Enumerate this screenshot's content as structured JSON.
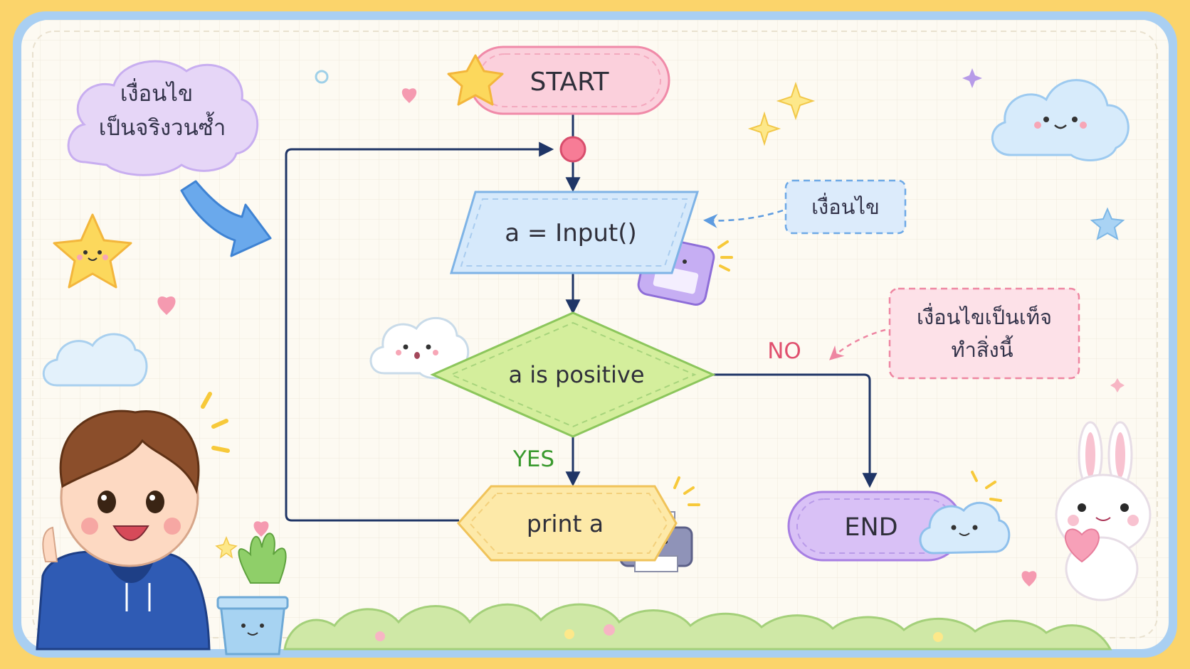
{
  "diagram": {
    "start_label": "START",
    "input_label": "a = Input()",
    "decision_label": "a is positive",
    "output_label": "print a",
    "end_label": "END",
    "yes_label": "YES",
    "no_label": "NO"
  },
  "callouts": {
    "loop_bubble_line1": "เงื่อนไข",
    "loop_bubble_line2": "เป็นจริงวนซ้ำ",
    "condition_box": "เงื่อนไข",
    "false_box_line1": "เงื่อนไขเป็นเท็จ",
    "false_box_line2": "ทำสิ่งนี้"
  },
  "colors": {
    "frame_border": "#9ec8ee",
    "paper": "#fdfaf2",
    "start_fill": "#fbd0dc",
    "start_stroke": "#f08aa8",
    "input_fill": "#d6e9fb",
    "input_stroke": "#7eb3e6",
    "decision_fill": "#d4ee9c",
    "decision_stroke": "#8cc65c",
    "output_fill": "#fde9a8",
    "output_stroke": "#f0c35a",
    "end_fill": "#d9c1f6",
    "end_stroke": "#a77fe3",
    "flow_line": "#1f3566",
    "yes_color": "#3a9a2e",
    "no_color": "#e0506e"
  }
}
